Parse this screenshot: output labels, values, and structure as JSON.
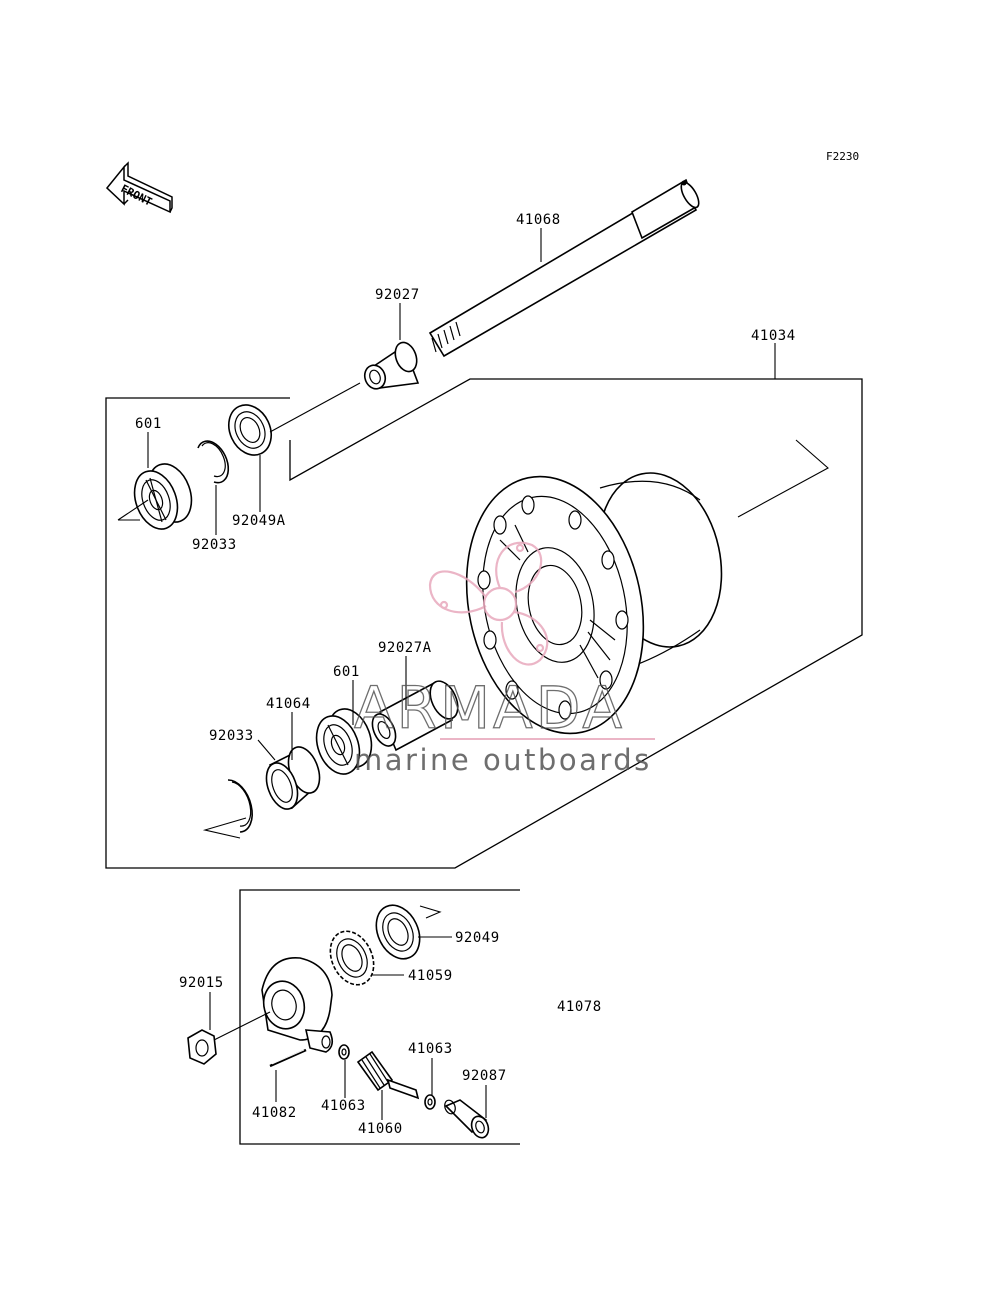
{
  "figure_code": "F2230",
  "front_label": "FRONT",
  "parts": [
    {
      "id": "p41068",
      "number": "41068"
    },
    {
      "id": "p92027",
      "number": "92027"
    },
    {
      "id": "p41034",
      "number": "41034"
    },
    {
      "id": "p601a",
      "number": "601"
    },
    {
      "id": "p92033a",
      "number": "92033"
    },
    {
      "id": "p92049A",
      "number": "92049A"
    },
    {
      "id": "p92027A",
      "number": "92027A"
    },
    {
      "id": "p601b",
      "number": "601"
    },
    {
      "id": "p41064",
      "number": "41064"
    },
    {
      "id": "p92033b",
      "number": "92033"
    },
    {
      "id": "p92049",
      "number": "92049"
    },
    {
      "id": "p41059",
      "number": "41059"
    },
    {
      "id": "p41078",
      "number": "41078"
    },
    {
      "id": "p92015",
      "number": "92015"
    },
    {
      "id": "p41063a",
      "number": "41063"
    },
    {
      "id": "p92087",
      "number": "92087"
    },
    {
      "id": "p41063b",
      "number": "41063"
    },
    {
      "id": "p41082",
      "number": "41082"
    },
    {
      "id": "p41060",
      "number": "41060"
    }
  ],
  "watermark": {
    "brand": "ARMADA",
    "tagline": "marine outboards",
    "color_dark": "#555555",
    "color_accent": "#e8a9bd"
  }
}
